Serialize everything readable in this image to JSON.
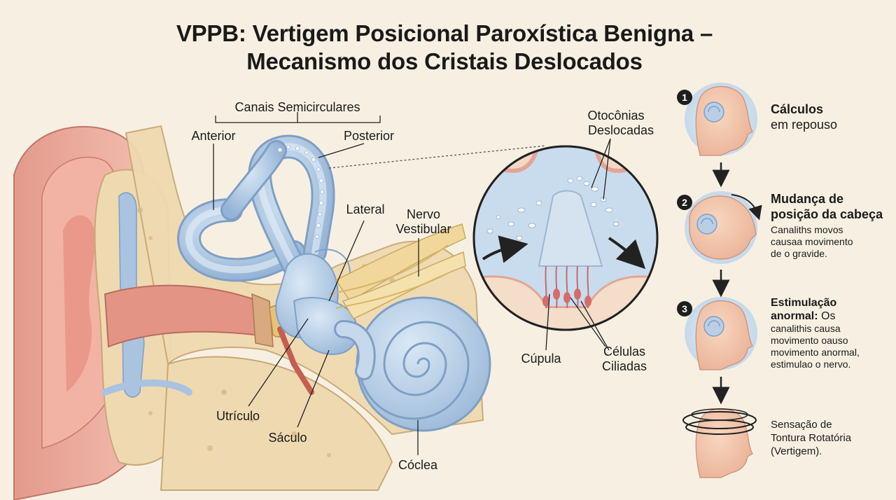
{
  "title": {
    "line1": "VPPB: Vertigem Posicional Paroxística Benigna –",
    "line2": "Mecanismo dos Cristais Deslocados"
  },
  "labels": {
    "canais": "Canais Semicirculares",
    "anterior": "Anterior",
    "posterior": "Posterior",
    "lateral": "Lateral",
    "nervo_1": "Nervo",
    "nervo_2": "Vestibular",
    "utriculo": "Utrículo",
    "saculo": "Sáculo",
    "coclea": "Cóclea",
    "otoconias_1": "Otocônias",
    "otoconias_2": "Deslocadas",
    "cupula": "Cúpula",
    "celulas_1": "Células",
    "celulas_2": "Ciliadas"
  },
  "steps": [
    {
      "number": "1",
      "title_1": "Cálculos",
      "title_2": "em repouso"
    },
    {
      "number": "2",
      "title_1": "Mudança de",
      "title_2": "posição da cabeça",
      "desc_1": "Canaliths movos",
      "desc_2": "causaa movimento",
      "desc_3": "de o gravide."
    },
    {
      "number": "3",
      "title_1": "Estimulação",
      "title_2": "anormal:",
      "title_2_tail": " Os",
      "desc_1": "canalithis causa",
      "desc_2": "movimento oauso",
      "desc_3": "movimento anormal,",
      "desc_4": "estimulao o nervo."
    },
    {
      "title_1": "Sensação de",
      "title_2": "Tontura Rotatória",
      "title_3": "(Vertigem)."
    }
  ],
  "colors": {
    "background": "#f7f0e2",
    "skin": "#e9a898",
    "bone": "#efd9b0",
    "labyrinth": "#a9c3e0",
    "nerve": "#f1d79b",
    "head": "#f3c9ae"
  }
}
